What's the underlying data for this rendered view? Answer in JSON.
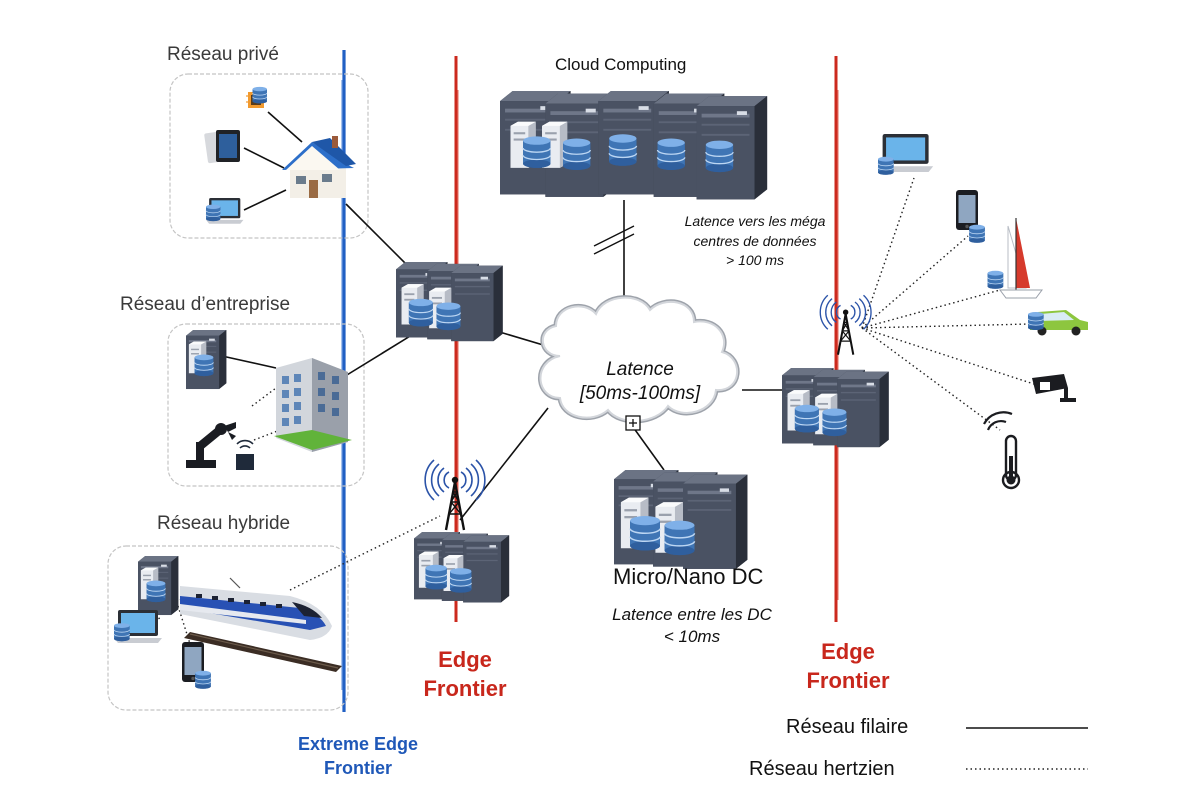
{
  "groups": {
    "private": "Réseau  privé",
    "enterprise": "Réseau d’entreprise",
    "hybrid": "Réseau hybride"
  },
  "cloud_computing": {
    "title": "Cloud Computing"
  },
  "latency_mega": {
    "line1": "Latence vers les méga",
    "line2": "centres de données",
    "line3": "> 100 ms"
  },
  "cloud": {
    "line1": "Latence",
    "line2": "[50ms-100ms]"
  },
  "micro_dc": {
    "label": "Micro/Nano DC"
  },
  "latency_dc": {
    "line1": "Latence entre les DC",
    "line2": "< 10ms"
  },
  "frontiers": {
    "edge_left": {
      "line1": "Edge",
      "line2": "Frontier"
    },
    "edge_right": {
      "line1": "Edge",
      "line2": "Frontier"
    },
    "extreme": {
      "line1": "Extreme Edge",
      "line2": "Frontier"
    }
  },
  "legend": {
    "wired": "Réseau filaire",
    "wireless": "Réseau hertzien"
  },
  "colors": {
    "extreme_edge_blue": "#1f58b8",
    "edge_red": "#c8271c",
    "server_dark": "#454c5c",
    "disk_blue": "#3f75b5"
  },
  "icons": [
    "server-rack-icon",
    "database-icon",
    "house-icon",
    "office-building-icon",
    "laptop-icon",
    "tablet-icon",
    "smartphone-icon",
    "chip-icon",
    "robot-arm-icon",
    "wifi-sensor-icon",
    "cell-tower-icon",
    "train-icon",
    "sailboat-icon",
    "car-icon",
    "security-camera-icon",
    "thermometer-icon",
    "cloud-icon"
  ]
}
